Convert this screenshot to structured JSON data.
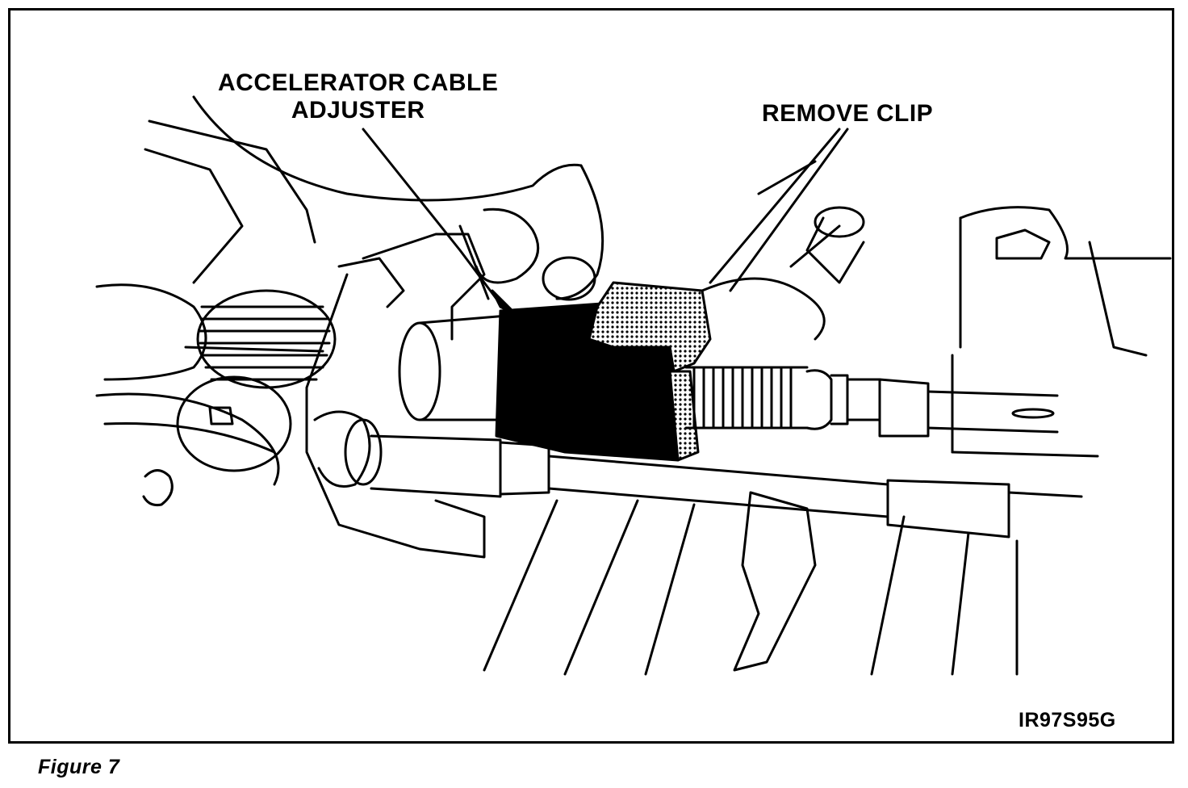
{
  "labels": {
    "adjuster_line1": "ACCELERATOR CABLE",
    "adjuster_line2": "ADJUSTER",
    "remove_clip": "REMOVE CLIP"
  },
  "figure_code": "IR97S95G",
  "caption": "Figure 7",
  "colors": {
    "ink": "#000000",
    "paper": "#ffffff",
    "screen_tone": "#bdbdbd"
  }
}
